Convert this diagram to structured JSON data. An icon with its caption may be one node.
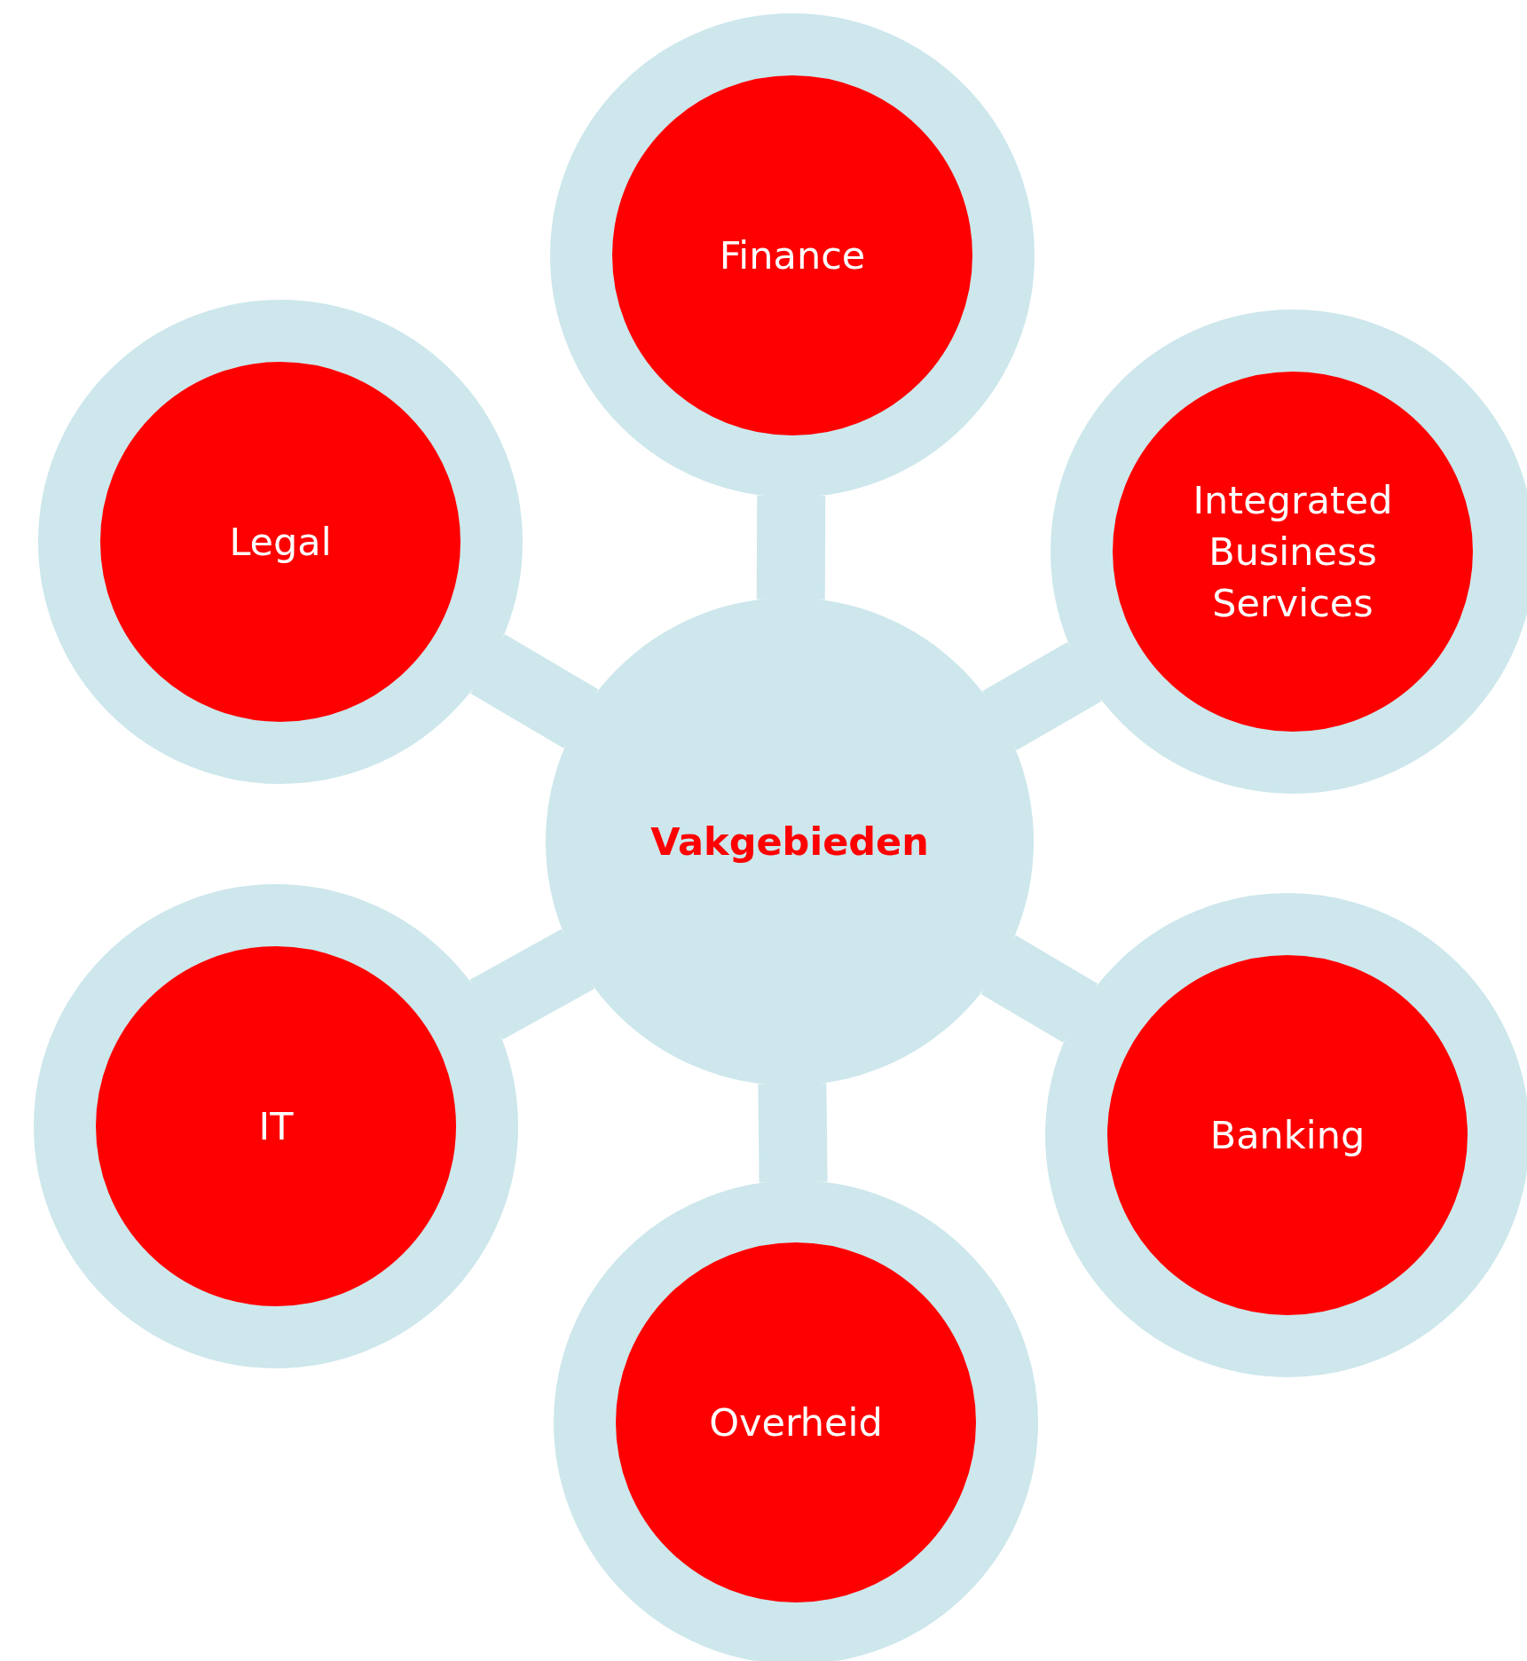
{
  "diagram": {
    "nodes": [
      {
        "text": [
          "Vakgebieden"
        ]
      },
      {
        "text": [
          "Finance"
        ]
      },
      {
        "text": [
          "Integrated Business Services"
        ]
      },
      {
        "text": [
          "Banking"
        ]
      },
      {
        "text": [
          "Overheid"
        ]
      },
      {
        "text": [
          "IT"
        ]
      },
      {
        "text": [
          "Legal"
        ]
      }
    ],
    "edges": [
      {
        "from": 0,
        "to": 1,
        "arrow": "none"
      },
      {
        "from": 0,
        "to": 2,
        "arrow": "none"
      },
      {
        "from": 0,
        "to": 3,
        "arrow": "none"
      },
      {
        "from": 0,
        "to": 4,
        "arrow": "none"
      },
      {
        "from": 0,
        "to": 5,
        "arrow": "none"
      },
      {
        "from": 0,
        "to": 6,
        "arrow": "none"
      }
    ]
  }
}
